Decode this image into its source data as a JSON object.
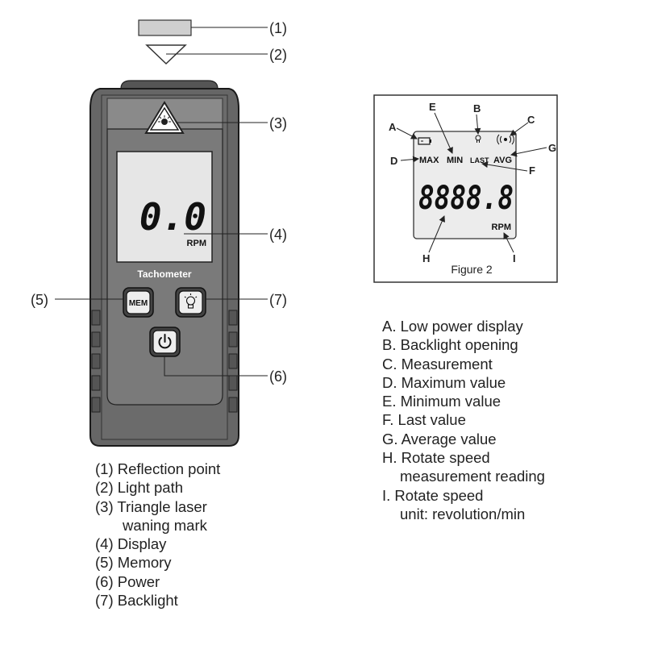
{
  "callouts": [
    "(1)",
    "(2)",
    "(3)",
    "(4)",
    "(5)",
    "(6)",
    "(7)"
  ],
  "device": {
    "display_value": "0.0",
    "display_unit": "RPM",
    "brand_label": "Tachometer",
    "mem_button_label": "MEM"
  },
  "figure2": {
    "caption": "Figure 2",
    "letters": [
      "A",
      "B",
      "C",
      "D",
      "E",
      "F",
      "G",
      "H",
      "I"
    ],
    "lcd": {
      "max": "MAX",
      "min": "MIN",
      "last": "LAST",
      "avg": "AVG",
      "digits": "8888.8",
      "unit": "RPM"
    }
  },
  "parts_legend": [
    {
      "lines": [
        "(1) Reflection point"
      ]
    },
    {
      "lines": [
        "(2) Light path"
      ]
    },
    {
      "lines": [
        "(3) Triangle laser",
        "waning mark"
      ]
    },
    {
      "lines": [
        "(4) Display"
      ]
    },
    {
      "lines": [
        "(5) Memory"
      ]
    },
    {
      "lines": [
        "(6) Power"
      ]
    },
    {
      "lines": [
        "(7) Backlight"
      ]
    }
  ],
  "display_legend": [
    {
      "lines": [
        "A. Low power display"
      ]
    },
    {
      "lines": [
        "B. Backlight opening"
      ]
    },
    {
      "lines": [
        "C. Measurement"
      ]
    },
    {
      "lines": [
        "D. Maximum value"
      ]
    },
    {
      "lines": [
        "E. Minimum value"
      ]
    },
    {
      "lines": [
        "F. Last value"
      ]
    },
    {
      "lines": [
        "G. Average value"
      ]
    },
    {
      "lines": [
        "H. Rotate speed",
        "measurement reading"
      ]
    },
    {
      "lines": [
        "I. Rotate speed",
        "unit: revolution/min"
      ]
    }
  ]
}
